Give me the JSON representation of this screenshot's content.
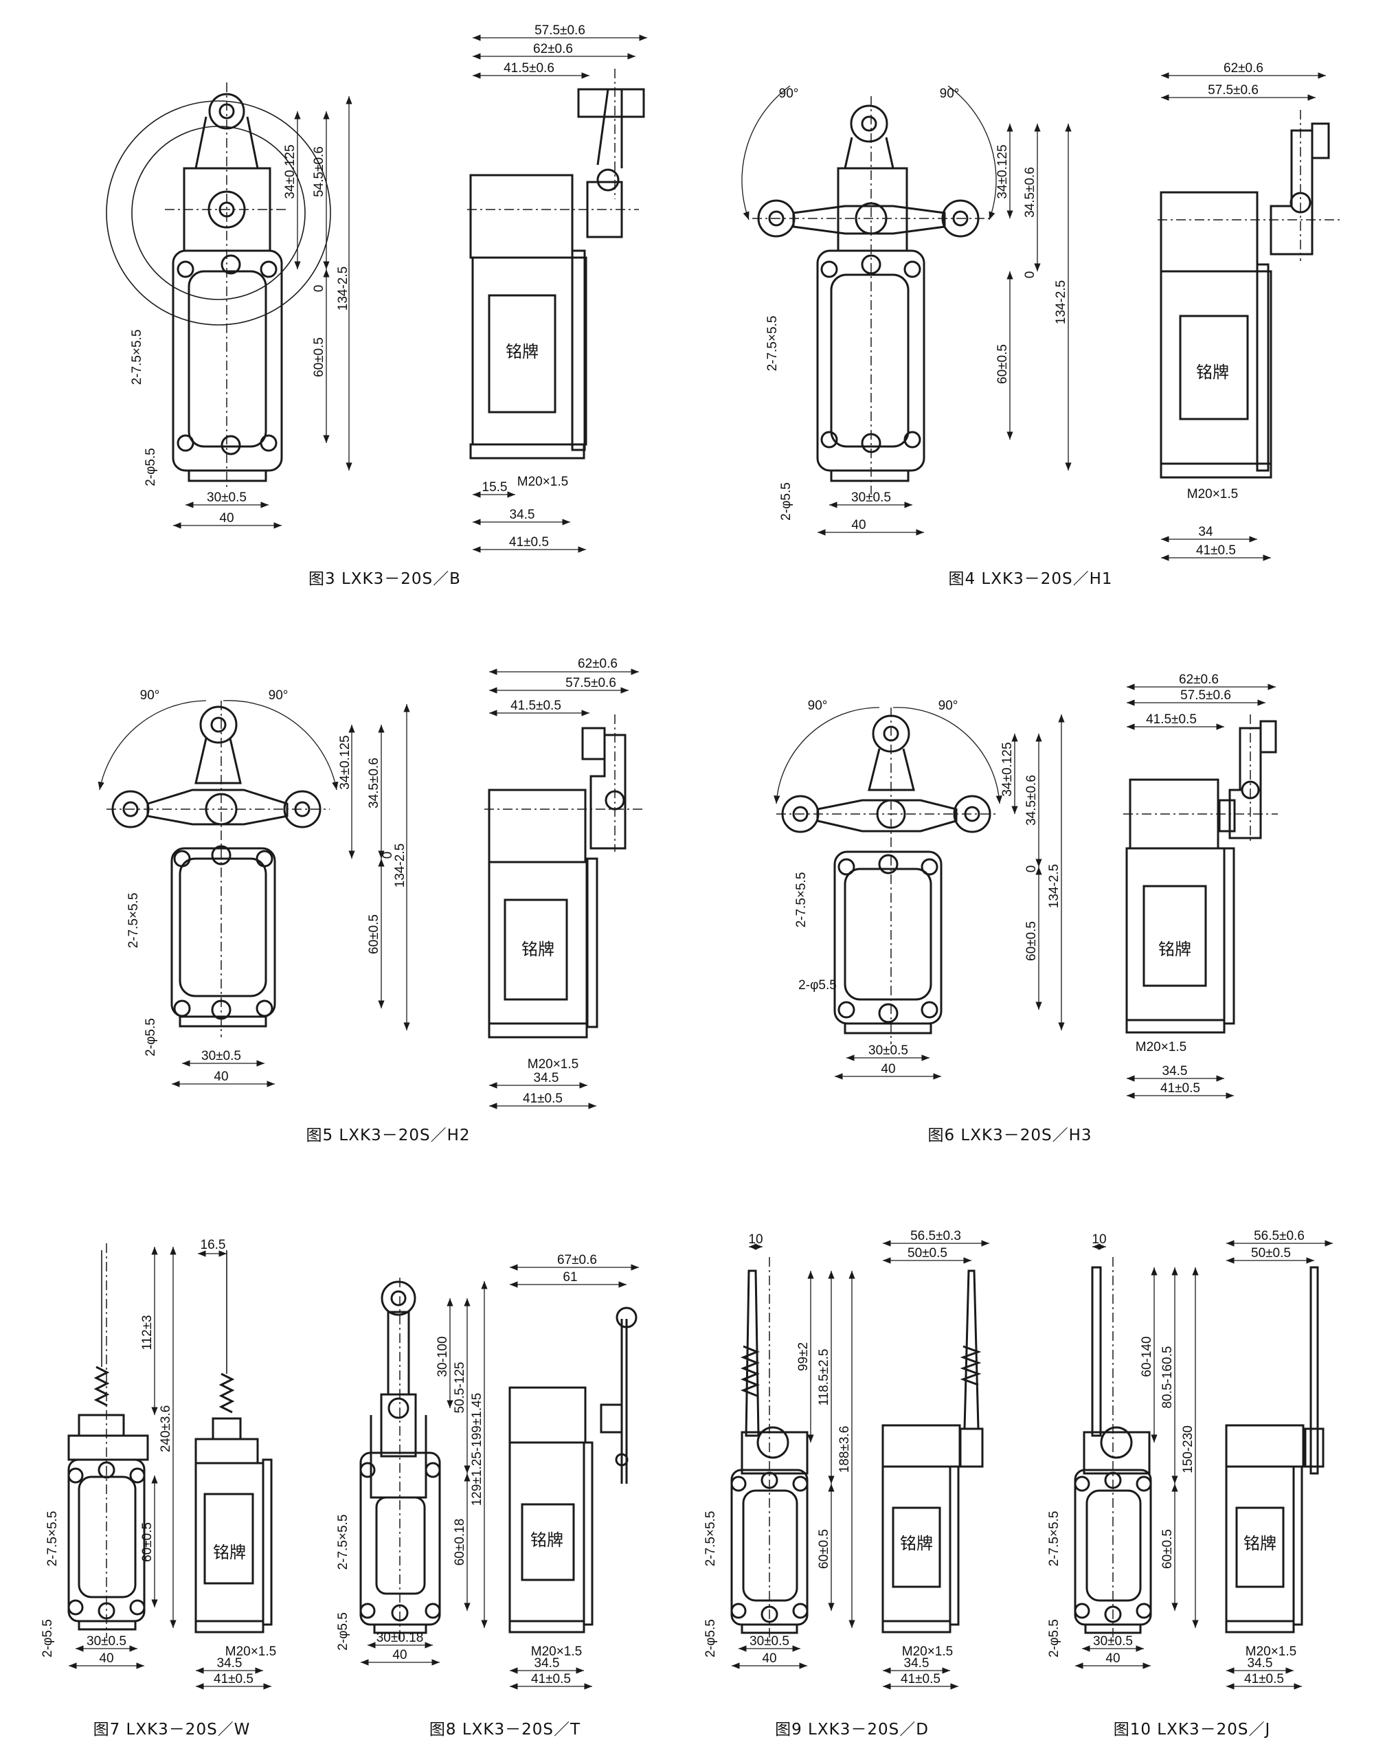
{
  "figures": [
    {
      "caption": "图3 LXK3－20S／B",
      "dims": [
        "57.5±0.6",
        "62±0.6",
        "41.5±0.6",
        "34±0.125",
        "54.5±0.6",
        "0",
        "134-2.5",
        "60±0.5",
        "2-7.5×5.5",
        "2-φ5.5",
        "30±0.5",
        "40",
        "15.5",
        "M20×1.5",
        "34.5",
        "41±0.5"
      ],
      "plate": "铭牌"
    },
    {
      "caption": "图4 LXK3－20S／H1",
      "dims": [
        "62±0.6",
        "57.5±0.6",
        "90°",
        "90°",
        "34±0.125",
        "34.5±0.6",
        "0",
        "134-2.5",
        "60±0.5",
        "2-7.5×5.5",
        "2-φ5.5",
        "30±0.5",
        "40",
        "M20×1.5",
        "34",
        "41±0.5"
      ],
      "plate": "铭牌"
    },
    {
      "caption": "图5 LXK3－20S／H2",
      "dims": [
        "62±0.6",
        "57.5±0.6",
        "41.5±0.5",
        "90°",
        "90°",
        "34±0.125",
        "34.5±0.6",
        "0",
        "134-2.5",
        "60±0.5",
        "2-7.5×5.5",
        "2-φ5.5",
        "30±0.5",
        "40",
        "M20×1.5",
        "34.5",
        "41±0.5"
      ],
      "plate": "铭牌"
    },
    {
      "caption": "图6 LXK3－20S／H3",
      "dims": [
        "62±0.6",
        "57.5±0.6",
        "41.5±0.5",
        "90°",
        "90°",
        "34±0.125",
        "34.5±0.6",
        "0",
        "134-2.5",
        "60±0.5",
        "2-7.5×5.5",
        "2-φ5.5",
        "30±0.5",
        "40",
        "M20×1.5",
        "34.5",
        "41±0.5"
      ],
      "plate": "铭牌"
    },
    {
      "caption": "图7 LXK3－20S／W",
      "dims": [
        "16.5",
        "112±3",
        "240±3.6",
        "60±0.5",
        "2-7.5×5.5",
        "2-φ5.5",
        "30±0.5",
        "40",
        "M20×1.5",
        "34.5",
        "41±0.5"
      ],
      "plate": "铭牌"
    },
    {
      "caption": "图8 LXK3－20S／T",
      "dims": [
        "67±0.6",
        "61",
        "30-100",
        "50.5-125",
        "129±1.25-199±1.45",
        "60±0.18",
        "2-7.5×5.5",
        "2-φ5.5",
        "30±0.18",
        "40",
        "M20×1.5",
        "34.5",
        "41±0.5"
      ],
      "plate": "铭牌"
    },
    {
      "caption": "图9 LXK3－20S／D",
      "dims": [
        "10",
        "56.5±0.3",
        "50±0.5",
        "99±2",
        "118.5±2.5",
        "188±3.6",
        "60±0.5",
        "2-7.5×5.5",
        "2-φ5.5",
        "30±0.5",
        "40",
        "M20×1.5",
        "34.5",
        "41±0.5"
      ],
      "plate": "铭牌"
    },
    {
      "caption": "图10 LXK3－20S／J",
      "dims": [
        "10",
        "56.5±0.6",
        "50±0.5",
        "60-140",
        "80.5-160.5",
        "150-230",
        "60±0.5",
        "2-7.5×5.5",
        "2-φ5.5",
        "30±0.5",
        "40",
        "M20×1.5",
        "34.5",
        "41±0.5"
      ],
      "plate": "铭牌"
    }
  ]
}
